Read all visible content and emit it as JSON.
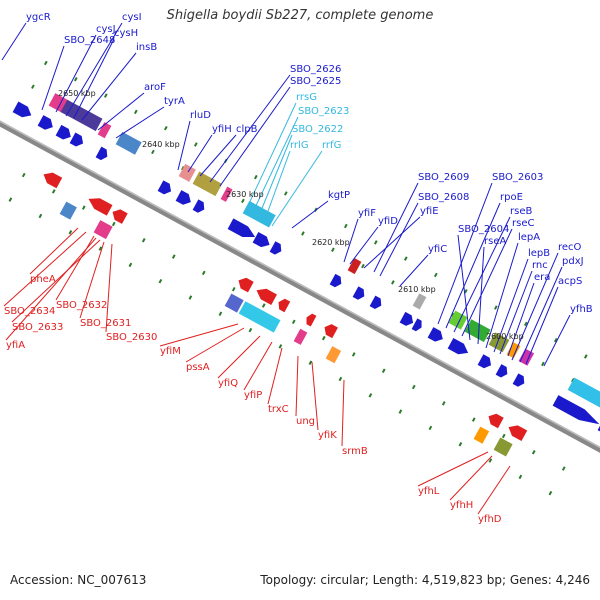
{
  "title": "Shigella boydii Sb227, complete genome",
  "footer": {
    "accession": "Accession: NC_007613",
    "topology": "Topology: circular; Length: 4,519,823 bp; Genes: 4,246"
  },
  "colors": {
    "forward": "#1a1acc",
    "reverse": "#e02020",
    "rna": "#33b8e0",
    "backbone": "#888888",
    "tick": "#2a7a2a"
  },
  "ruler": [
    "2650 kbp",
    "2640 kbp",
    "2630 kbp",
    "2620 kbp",
    "2610 kbp",
    "2600 kbp"
  ],
  "forward_genes": [
    "ygcR",
    "SBO_2648",
    "cysJ",
    "cysI",
    "cysH",
    "insB",
    "aroF",
    "tyrA",
    "rluD",
    "yfiH",
    "clpB",
    "SBO_2626",
    "SBO_2625",
    "kgtP",
    "yfiF",
    "yfiD",
    "yfiE",
    "SBO_2609",
    "SBO_2608",
    "yfiC",
    "SBO_2603",
    "rpoE",
    "rseB",
    "rseC",
    "SBO_2604",
    "rseA",
    "lepA",
    "lepB",
    "rnc",
    "era",
    "recO",
    "pdxJ",
    "acpS",
    "yfhB"
  ],
  "rna_genes": [
    "rrsG",
    "SBO_2623",
    "SBO_2622",
    "rrlG",
    "rrfG"
  ],
  "reverse_genes": [
    "pheA",
    "SBO_2634",
    "SBO_2632",
    "SBO_2633",
    "SBO_2631",
    "yfiA",
    "SBO_2630",
    "yfiM",
    "pssA",
    "yfiQ",
    "yfiP",
    "trxC",
    "ung",
    "yfiK",
    "srmB",
    "yfhL",
    "yfhH",
    "yfhD"
  ]
}
